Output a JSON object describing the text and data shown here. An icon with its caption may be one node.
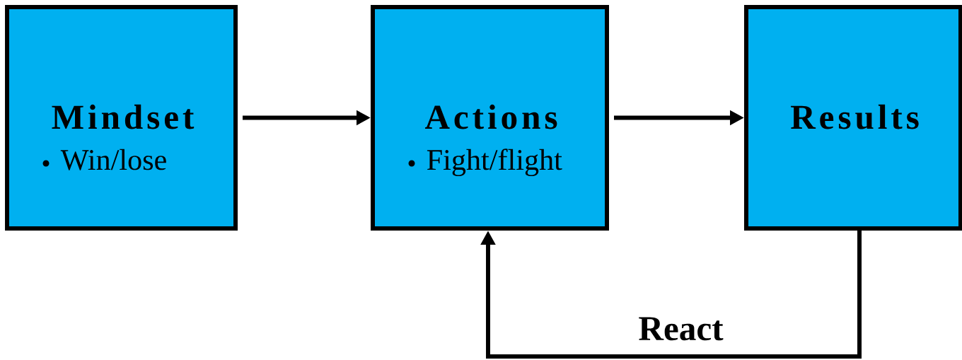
{
  "diagram": {
    "nodes": [
      {
        "text": [
          "Mindset",
          "Win/lose"
        ]
      },
      {
        "text": [
          "Actions",
          "Fight/flight"
        ]
      },
      {
        "text": [
          "Results"
        ]
      }
    ],
    "edges": [
      {
        "from": 0,
        "to": 1,
        "arrow": "to"
      },
      {
        "from": 1,
        "to": 2,
        "arrow": "to"
      },
      {
        "from": 2,
        "to": 1,
        "arrow": "to",
        "label": "React"
      }
    ]
  }
}
